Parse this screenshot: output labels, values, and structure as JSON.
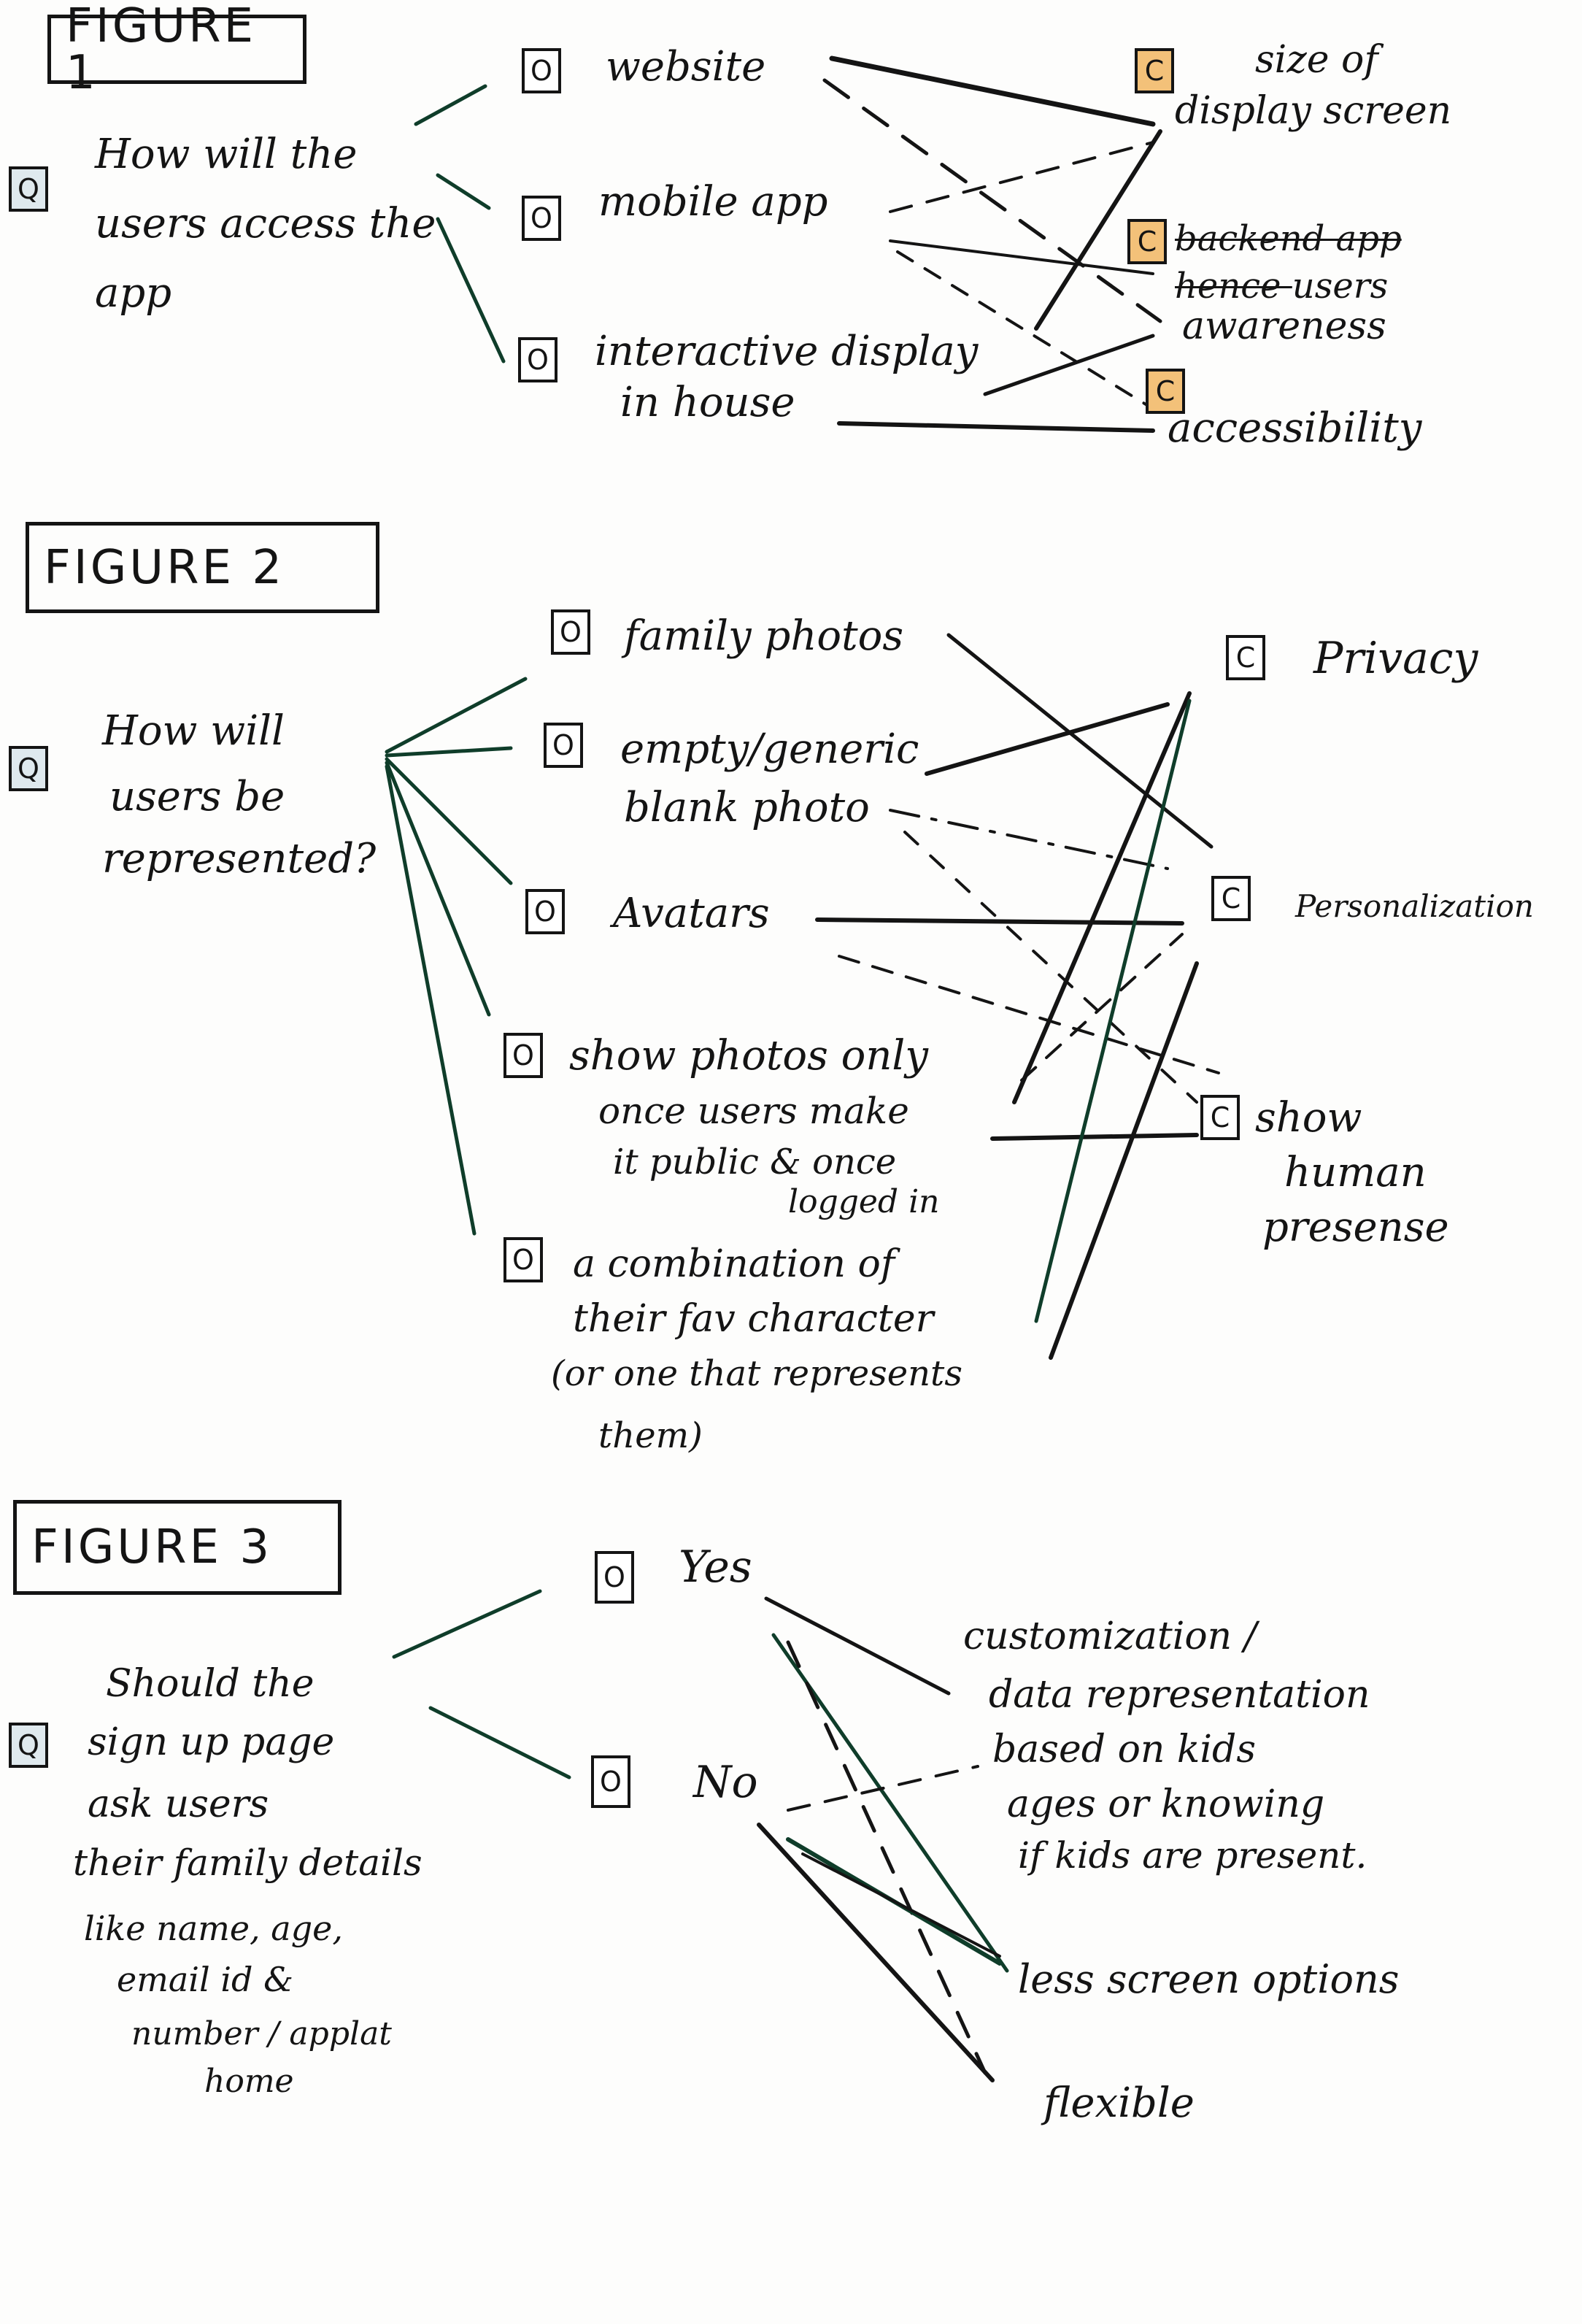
{
  "colors": {
    "ink": "#141414",
    "green_ink": "#0f3d2a",
    "highlight": "#f3c179",
    "question_box": "#dfe9ee"
  },
  "figure1": {
    "title": "FIGURE 1",
    "q_badge": "Q",
    "question": [
      "How will the",
      "users access the",
      "app"
    ],
    "option_badge": "O",
    "criteria_badge": "C",
    "options": {
      "website": "website",
      "mobile": "mobile app",
      "display": [
        "interactive display",
        "in house"
      ]
    },
    "criteria": {
      "screen": [
        "size of",
        "display screen"
      ],
      "awareness_struck": [
        "backend app",
        "users"
      ],
      "awareness": "awareness",
      "accessibility": "accessibility"
    }
  },
  "figure2": {
    "title": "FIGURE 2",
    "q_badge": "Q",
    "question": [
      "How will",
      "users be",
      "represented?"
    ],
    "option_badge": "O",
    "criteria_badge": "C",
    "options": {
      "family": "family photos",
      "blank": [
        "empty/generic",
        "blank photo"
      ],
      "avatars": "Avatars",
      "public": [
        "show photos only",
        "once users make",
        "it public & once",
        "logged in"
      ],
      "combo": [
        "a combination of",
        "their fav character",
        "(or one that represents",
        "them)"
      ]
    },
    "criteria": {
      "privacy": "Privacy",
      "personalization": "Personalization",
      "human": [
        "show",
        "human",
        "presense"
      ]
    }
  },
  "figure3": {
    "title": "FIGURE 3",
    "q_badge": "Q",
    "question": [
      "Should the",
      "sign up page",
      "ask users",
      "their family details",
      "like name, age,",
      "email id &",
      "number / applat",
      "home"
    ],
    "option_badge": "O",
    "options": {
      "yes": "Yes",
      "no": "No"
    },
    "criteria": {
      "custom": [
        "customization /",
        "data representation",
        "based on kids",
        "ages or knowing",
        "if kids are present."
      ],
      "less": "less screen options",
      "flexible": "flexible"
    }
  }
}
